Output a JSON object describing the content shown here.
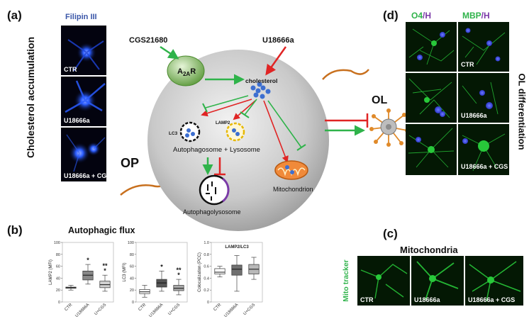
{
  "panels": {
    "a": "(a)",
    "b": "(b)",
    "c": "(c)",
    "d": "(d)"
  },
  "panel_a": {
    "filipin_title": "Filipin III",
    "side_label": "Cholesterol accumulation",
    "micro_labels": [
      "CTR",
      "U18666a",
      "U18666a + CGS"
    ],
    "cgs_drug": "CGS21680",
    "u_drug": "U18666a",
    "receptor_main": "A",
    "receptor_sub": "2A",
    "receptor_end": "R",
    "cholesterol": "cholesterol",
    "lc3": "LC3",
    "lamp2": "LAMP2",
    "autophagosome": "Autophagosome + Lysosome",
    "mitochondrion": "Mitochondrion",
    "autophagolysosome": "Autophagolysosome",
    "op": "OP",
    "ol": "OL"
  },
  "panel_b": {
    "title": "Autophagic flux",
    "charts": [
      {
        "ylabel": "LAMP2 (MFI)",
        "subtitle": "",
        "yticks": [
          "0",
          "20",
          "40",
          "60",
          "80",
          "100"
        ],
        "ylim": [
          0,
          100
        ],
        "categories": [
          "CTR",
          "U18666A",
          "U+CGS"
        ],
        "boxes": [
          [
            20,
            23,
            24,
            25,
            28
          ],
          [
            30,
            37,
            45,
            52,
            63
          ],
          [
            18,
            24,
            29,
            35,
            45
          ]
        ],
        "stars": [
          "",
          "*",
          "**\n*"
        ],
        "fills": [
          "#ffffff",
          "#888888",
          "#d0d0d0"
        ]
      },
      {
        "ylabel": "LC3 (MFI)",
        "subtitle": "",
        "yticks": [
          "0",
          "20",
          "40",
          "60",
          "80",
          "100"
        ],
        "ylim": [
          0,
          100
        ],
        "categories": [
          "CTR",
          "U18666A",
          "U+CGS"
        ],
        "boxes": [
          [
            8,
            14,
            17,
            21,
            28
          ],
          [
            18,
            25,
            32,
            38,
            52
          ],
          [
            12,
            19,
            23,
            28,
            38
          ]
        ],
        "stars": [
          "",
          "*",
          "**\n*"
        ],
        "fills": [
          "#ffffff",
          "#555555",
          "#aaaaaa"
        ]
      },
      {
        "ylabel": "Colocalization (PCC)",
        "subtitle": "LAMP2/LC3",
        "yticks": [
          "0",
          "0.2",
          "0.4",
          "0.6",
          "0.8",
          "1.0"
        ],
        "ylim": [
          0,
          1
        ],
        "categories": [
          "CTR",
          "U18666A",
          "U+CGS"
        ],
        "boxes": [
          [
            0.42,
            0.47,
            0.5,
            0.56,
            0.6
          ],
          [
            0.18,
            0.45,
            0.55,
            0.62,
            0.78
          ],
          [
            0.38,
            0.47,
            0.55,
            0.63,
            0.75
          ]
        ],
        "stars": [
          "",
          "",
          ""
        ],
        "fills": [
          "#ffffff",
          "#707070",
          "#b8b8b8"
        ]
      }
    ]
  },
  "panel_c": {
    "title": "Mitochondria",
    "side_label": "Mito tracker",
    "micro_labels": [
      "CTR",
      "U18666a",
      "U18666a + CGS"
    ]
  },
  "panel_d": {
    "col1_a": "O4",
    "col1_b": "/H",
    "col2_a": "MBP",
    "col2_b": "/H",
    "side_label": "OL differentiation",
    "micro_labels": [
      "CTR",
      "U18666a",
      "U18666a + CGS"
    ]
  },
  "colors": {
    "green": "#2fb34a",
    "red": "#e02424",
    "micro_green": "#28c83a",
    "filipin_blue": "#2a5cff",
    "hoechst": "#3a4cff"
  }
}
